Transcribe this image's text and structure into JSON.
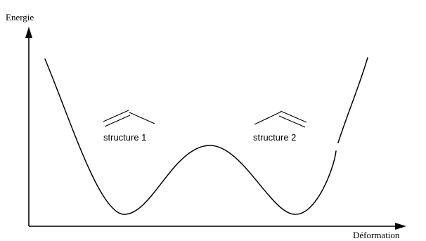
{
  "diagram": {
    "axes": {
      "y_label": "Energie",
      "x_label": "Déformation"
    },
    "minima": [
      {
        "label": "structure 1"
      },
      {
        "label": "structure 2"
      }
    ],
    "colors": {
      "line": "#000000",
      "background": "#ffffff"
    }
  }
}
